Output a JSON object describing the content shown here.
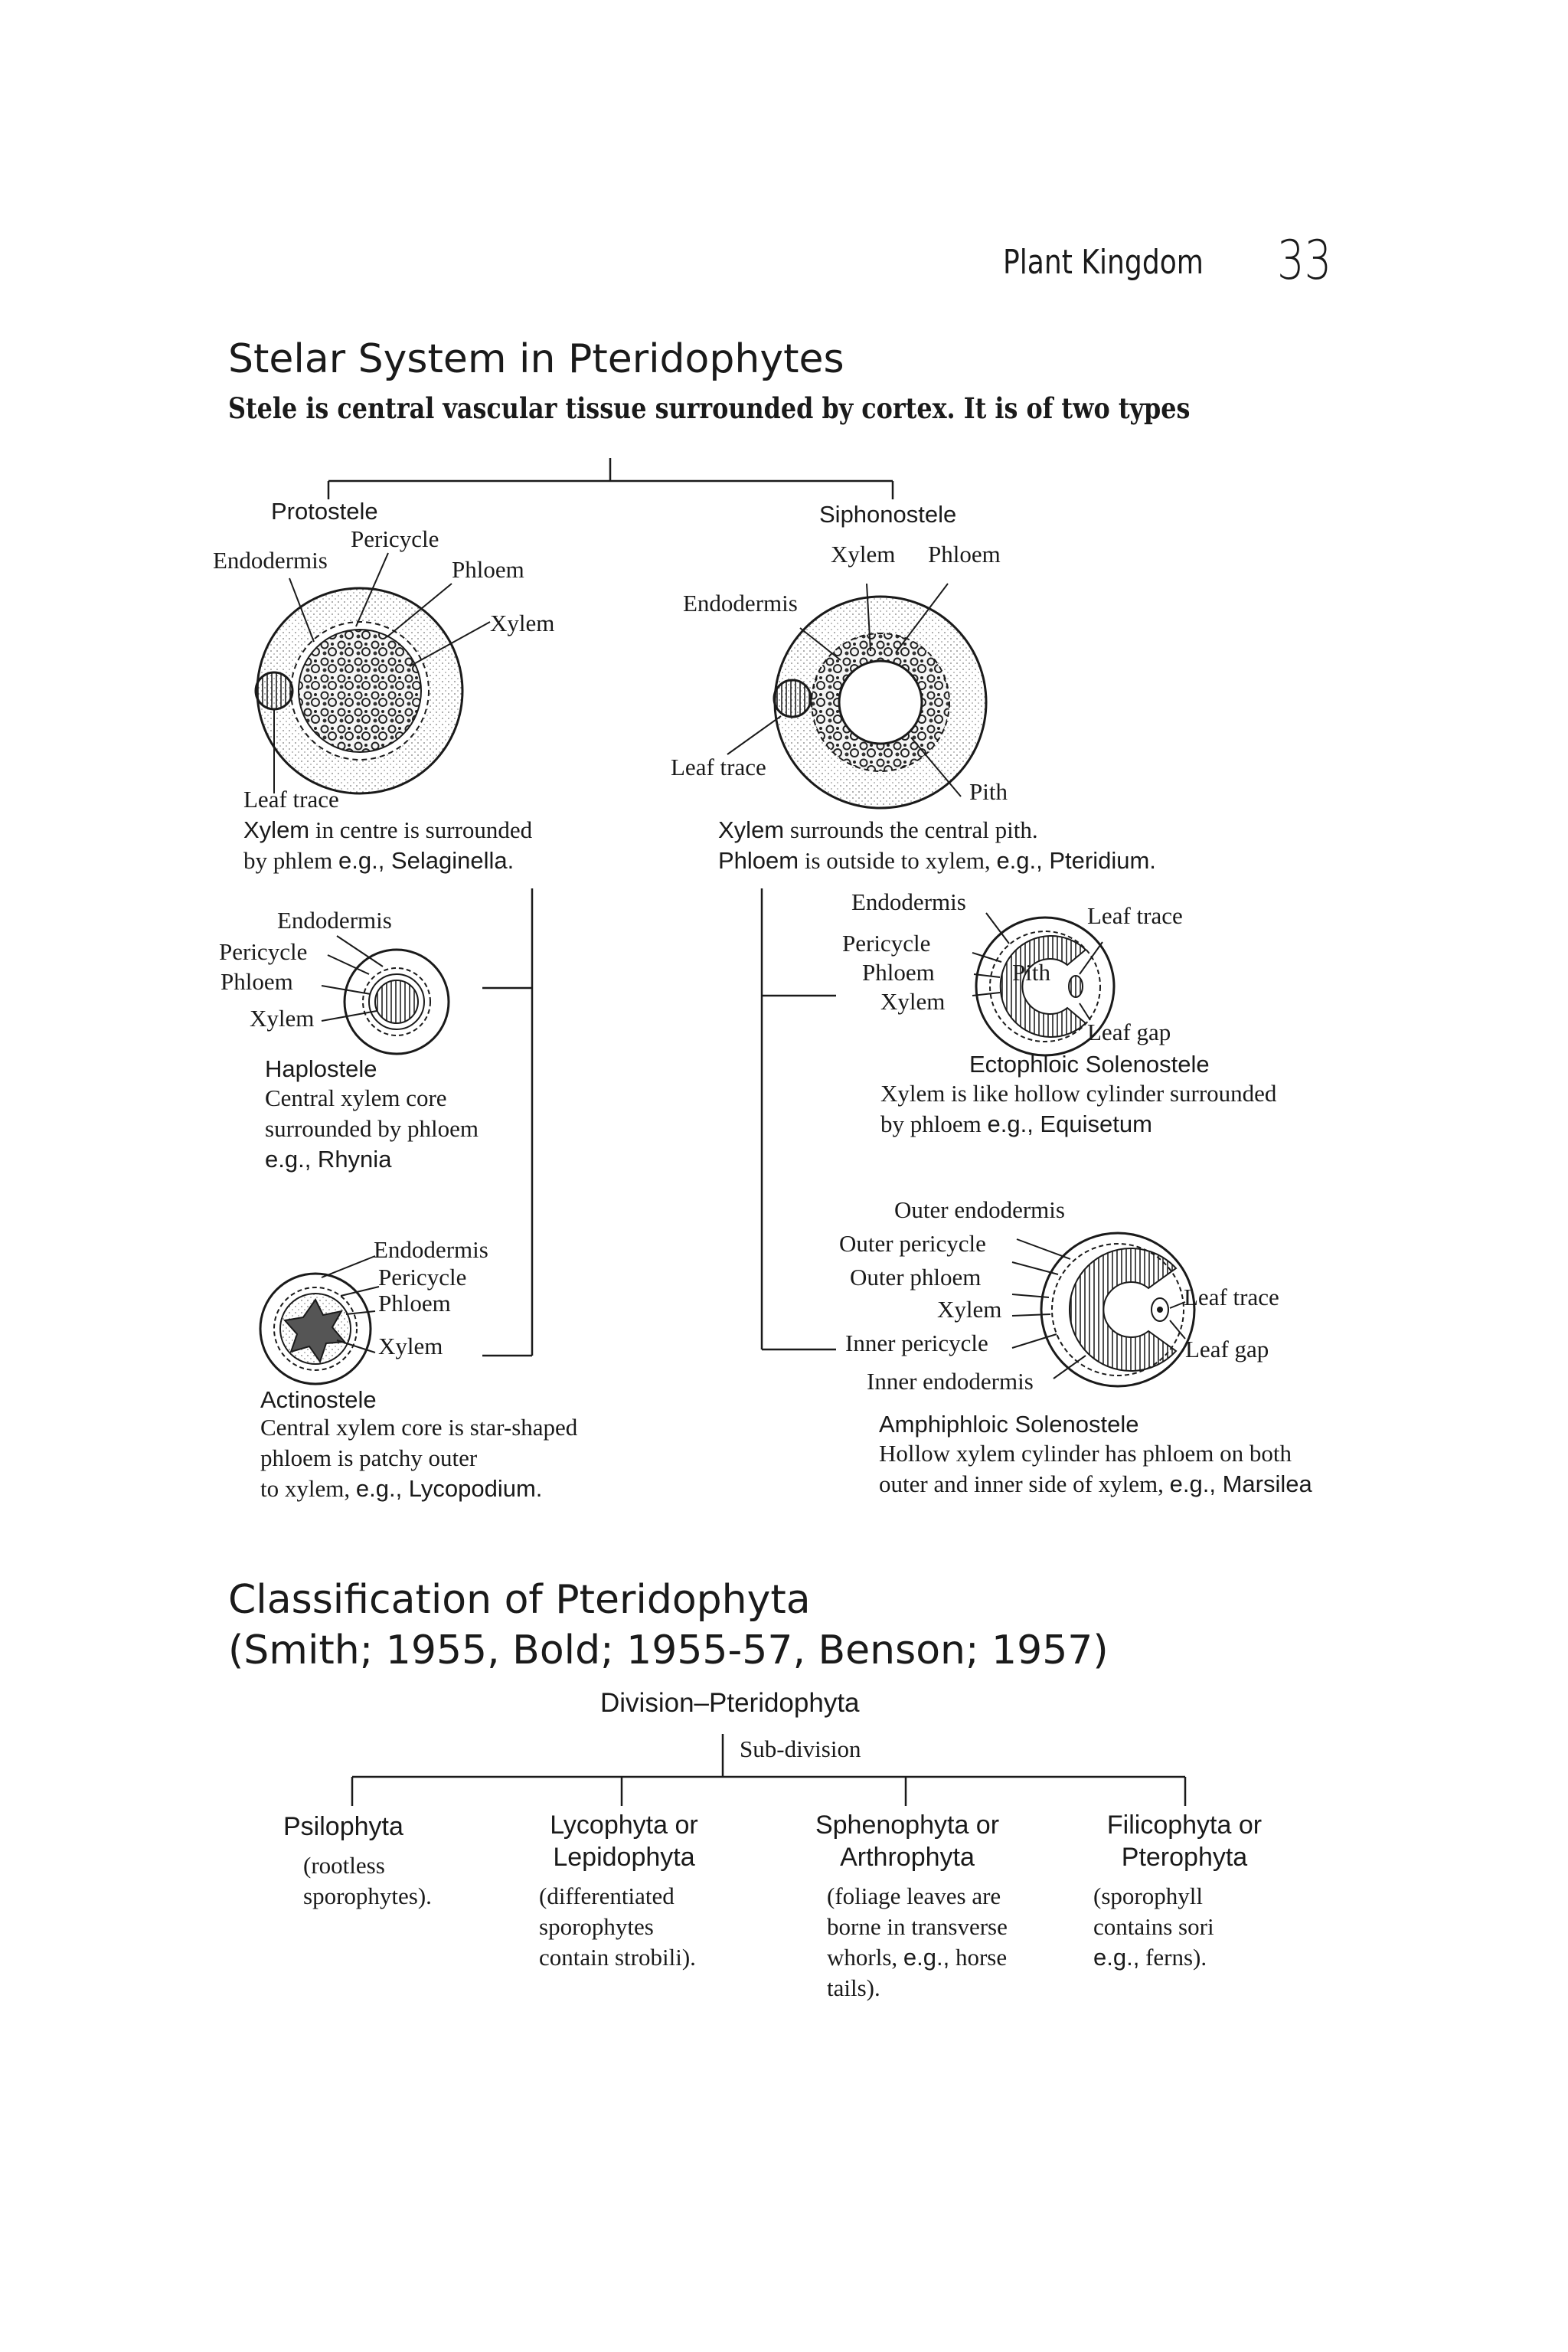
{
  "header": {
    "running_title": "Plant Kingdom",
    "page_number": "33"
  },
  "stelar": {
    "title": "Stelar System in Pteridophytes",
    "subtitle": "Stele is central vascular tissue surrounded by cortex. It is of two types",
    "protostele": {
      "name": "Protostele",
      "labels": {
        "endodermis": "Endodermis",
        "pericycle": "Pericycle",
        "phloem": "Phloem",
        "xylem": "Xylem",
        "leaf_trace": "Leaf trace"
      },
      "desc_key1": "Xylem",
      "desc_line1": " in centre is surrounded",
      "desc_line2": "by phlem ",
      "desc_eg": "e.g., Selaginella."
    },
    "siphonostele": {
      "name": "Siphonostele",
      "labels": {
        "xylem": "Xylem",
        "phloem": "Phloem",
        "endodermis": "Endodermis",
        "leaf_trace": "Leaf trace",
        "pith": "Pith"
      },
      "desc_key1": "Xylem",
      "desc_line1": " surrounds the central pith.",
      "desc_key2": "Phloem",
      "desc_line2": " is outside to xylem, ",
      "desc_eg": "e.g., Pteridium."
    },
    "haplostele": {
      "name": "Haplostele",
      "labels": {
        "endodermis": "Endodermis",
        "pericycle": "Pericycle",
        "phloem": "Phloem",
        "xylem": "Xylem"
      },
      "desc_line1": "Central xylem core",
      "desc_line2": "surrounded by phloem",
      "desc_eg": "e.g., Rhynia"
    },
    "actinostele": {
      "name": "Actinostele",
      "labels": {
        "endodermis": "Endodermis",
        "pericycle": "Pericycle",
        "phloem": "Phloem",
        "xylem": "Xylem"
      },
      "desc_line1": "Central xylem core is star-shaped",
      "desc_line2": "phloem is  patchy outer",
      "desc_line3": "to xylem, ",
      "desc_eg": "e.g., Lycopodium."
    },
    "ectophloic": {
      "name": "Ectophloic Solenostele",
      "labels": {
        "endodermis": "Endodermis",
        "pericycle": "Pericycle",
        "phloem": "Phloem",
        "xylem": "Xylem",
        "pith": "Pith",
        "leaf_trace": "Leaf trace",
        "leaf_gap": "Leaf gap"
      },
      "desc_line1": "Xylem is like hollow cylinder surrounded",
      "desc_line2": "by phloem ",
      "desc_eg": "e.g., Equisetum"
    },
    "amphiphloic": {
      "name": "Amphiphloic Solenostele",
      "labels": {
        "outer_endodermis": "Outer endodermis",
        "outer_pericycle": "Outer pericycle",
        "outer_phloem": "Outer phloem",
        "xylem": "Xylem",
        "inner_pericycle": "Inner pericycle",
        "inner_endodermis": "Inner endodermis",
        "leaf_trace": "Leaf trace",
        "leaf_gap": "Leaf gap"
      },
      "desc_line1": "Hollow xylem cylinder has  phloem on both",
      "desc_line2": "outer and inner side of xylem, ",
      "desc_eg": "e.g., Marsilea"
    }
  },
  "classification": {
    "title": "Classification of Pteridophyta",
    "subtitle": "(Smith; 1955, Bold; 1955-57, Benson; 1957)",
    "division": "Division–Pteridophyta",
    "subdivision": "Sub-division",
    "groups": [
      {
        "name": "Psilophyta",
        "desc": "(rootless sporophytes)."
      },
      {
        "name": "Lycophyta or Lepidophyta",
        "desc": "(differentiated sporophytes contain strobili)."
      },
      {
        "name": "Sphenophyta or Arthrophyta",
        "desc_pre": "(foliage leaves are borne in transverse whorls, ",
        "desc_eg": "e.g.,",
        "desc_post": " horse tails)."
      },
      {
        "name": "Filicophyta or Pterophyta",
        "desc_pre": "(sporophyll contains sori ",
        "desc_eg": "e.g.,",
        "desc_post": " ferns)."
      }
    ]
  }
}
